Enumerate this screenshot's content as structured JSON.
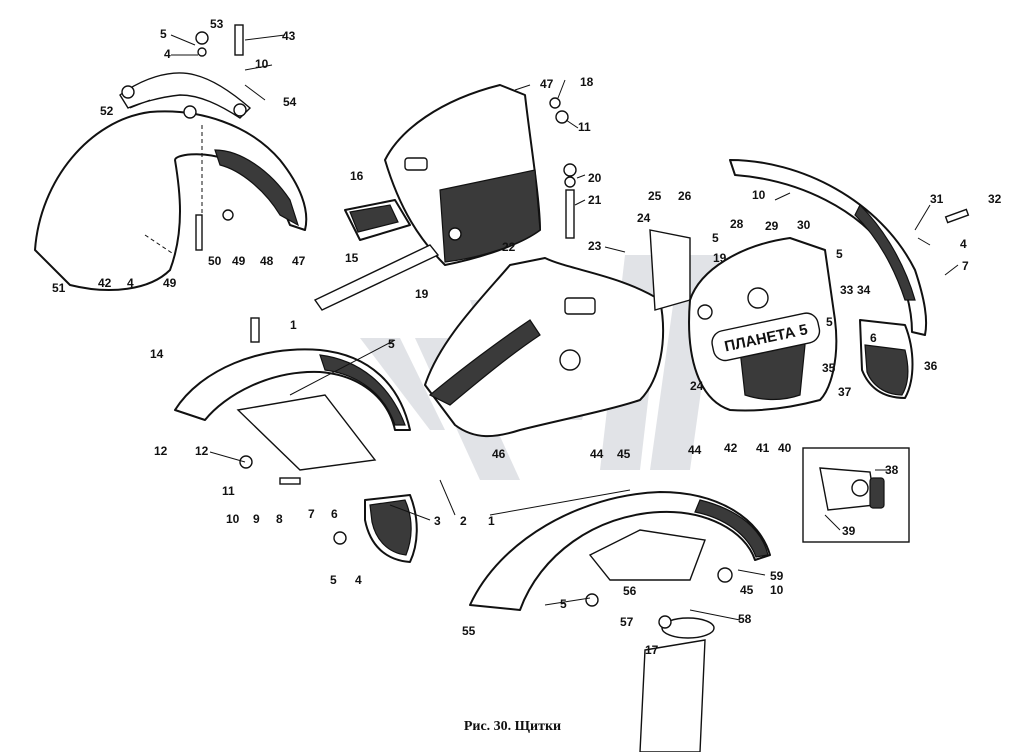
{
  "caption": "Рис. 30. Щитки",
  "plate_text": "ПЛАНЕТА 5",
  "callouts": [
    {
      "id": "c53",
      "label": "53"
    },
    {
      "id": "c5a",
      "label": "5"
    },
    {
      "id": "c4a",
      "label": "4"
    },
    {
      "id": "c43",
      "label": "43"
    },
    {
      "id": "c10a",
      "label": "10"
    },
    {
      "id": "c54",
      "label": "54"
    },
    {
      "id": "c52",
      "label": "52"
    },
    {
      "id": "c51",
      "label": "51"
    },
    {
      "id": "c42a",
      "label": "42"
    },
    {
      "id": "c4b",
      "label": "4"
    },
    {
      "id": "c49a",
      "label": "49"
    },
    {
      "id": "c50",
      "label": "50"
    },
    {
      "id": "c49b",
      "label": "49"
    },
    {
      "id": "c48",
      "label": "48"
    },
    {
      "id": "c47a",
      "label": "47"
    },
    {
      "id": "c47b",
      "label": "47"
    },
    {
      "id": "c18",
      "label": "18"
    },
    {
      "id": "c11a",
      "label": "11"
    },
    {
      "id": "c16",
      "label": "16"
    },
    {
      "id": "c15",
      "label": "15"
    },
    {
      "id": "c19a",
      "label": "19"
    },
    {
      "id": "c20",
      "label": "20"
    },
    {
      "id": "c21",
      "label": "21"
    },
    {
      "id": "c22",
      "label": "22"
    },
    {
      "id": "c23",
      "label": "23"
    },
    {
      "id": "c24a",
      "label": "24"
    },
    {
      "id": "c25",
      "label": "25"
    },
    {
      "id": "c26",
      "label": "26"
    },
    {
      "id": "c5b",
      "label": "5"
    },
    {
      "id": "c19b",
      "label": "19"
    },
    {
      "id": "c10b",
      "label": "10"
    },
    {
      "id": "c28",
      "label": "28"
    },
    {
      "id": "c29",
      "label": "29"
    },
    {
      "id": "c30",
      "label": "30"
    },
    {
      "id": "c31",
      "label": "31"
    },
    {
      "id": "c32",
      "label": "32"
    },
    {
      "id": "c4c",
      "label": "4"
    },
    {
      "id": "c5c",
      "label": "5"
    },
    {
      "id": "c7a",
      "label": "7"
    },
    {
      "id": "c33",
      "label": "33"
    },
    {
      "id": "c34",
      "label": "34"
    },
    {
      "id": "c5d",
      "label": "5"
    },
    {
      "id": "c6a",
      "label": "6"
    },
    {
      "id": "c35",
      "label": "35"
    },
    {
      "id": "c36",
      "label": "36"
    },
    {
      "id": "c37",
      "label": "37"
    },
    {
      "id": "c24b",
      "label": "24"
    },
    {
      "id": "c42b",
      "label": "42"
    },
    {
      "id": "c44a",
      "label": "44"
    },
    {
      "id": "c41",
      "label": "41"
    },
    {
      "id": "c40",
      "label": "40"
    },
    {
      "id": "c38",
      "label": "38"
    },
    {
      "id": "c39",
      "label": "39"
    },
    {
      "id": "c1a",
      "label": "1"
    },
    {
      "id": "c14",
      "label": "14"
    },
    {
      "id": "c5e",
      "label": "5"
    },
    {
      "id": "c12a",
      "label": "12"
    },
    {
      "id": "c12b",
      "label": "12"
    },
    {
      "id": "c11b",
      "label": "11"
    },
    {
      "id": "c10c",
      "label": "10"
    },
    {
      "id": "c9",
      "label": "9"
    },
    {
      "id": "c8",
      "label": "8"
    },
    {
      "id": "c7b",
      "label": "7"
    },
    {
      "id": "c6b",
      "label": "6"
    },
    {
      "id": "c3",
      "label": "3"
    },
    {
      "id": "c2",
      "label": "2"
    },
    {
      "id": "c1b",
      "label": "1"
    },
    {
      "id": "c5f",
      "label": "5"
    },
    {
      "id": "c4d",
      "label": "4"
    },
    {
      "id": "c46",
      "label": "46"
    },
    {
      "id": "c44b",
      "label": "44"
    },
    {
      "id": "c45a",
      "label": "45"
    },
    {
      "id": "c55",
      "label": "55"
    },
    {
      "id": "c56",
      "label": "56"
    },
    {
      "id": "c5g",
      "label": "5"
    },
    {
      "id": "c57",
      "label": "57"
    },
    {
      "id": "c58",
      "label": "58"
    },
    {
      "id": "c59",
      "label": "59"
    },
    {
      "id": "c45b",
      "label": "45"
    },
    {
      "id": "c10d",
      "label": "10"
    },
    {
      "id": "c17",
      "label": "17"
    }
  ]
}
